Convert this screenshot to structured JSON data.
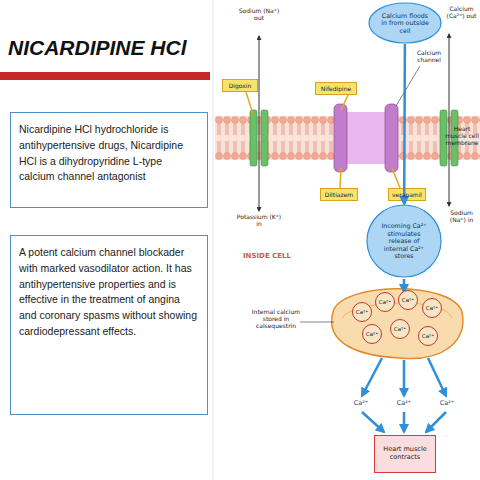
{
  "diagram": {
    "title": "NICARDIPINE HCl",
    "nodes": [
      {
        "text": [
          "Nicardipine HCl hydrochloride is antihypertensive drugs, Nicardipine HCl is a dihydropyridine L-type calcium channel antagonist"
        ]
      },
      {
        "text": [
          "A potent calcium channel blockader with marked vasodilator action. It has antihypertensive properties and is effective in the treatment of angina and coronary spasms without showing cardiodepressant effects."
        ]
      },
      {
        "text": [
          "Calcium floods in from outside cell"
        ]
      },
      {
        "text": [
          "Digoxin"
        ]
      },
      {
        "text": [
          "Nifedipine"
        ]
      },
      {
        "text": [
          "Diltiazem"
        ]
      },
      {
        "text": [
          "verapamil"
        ]
      },
      {
        "text": [
          "Incoming Ca²⁺ stimulates release of internal Ca²⁺ stores"
        ]
      },
      {
        "text": [
          "Heart muscle contracts"
        ]
      }
    ],
    "edges": [
      {
        "from": 2,
        "to": 7,
        "arrow": "to"
      }
    ],
    "labels": [
      "Sodium (Na⁺) out",
      "Calcium (Ca²⁺) out",
      "Calcium channel",
      "Heart muscle cell membrane",
      "Potassium (K⁺) in",
      "Sodium (Na⁺) in",
      "INSIDE CELL",
      "Internal calcium stored in calsequestrin",
      "Ca²⁺",
      "Ca²⁺",
      "Ca²⁺",
      "Ca²⁺",
      "Ca²⁺",
      "Ca²⁺",
      "Ca²⁺",
      "Ca²⁺",
      "Ca²⁺",
      "Ca²⁺"
    ]
  }
}
